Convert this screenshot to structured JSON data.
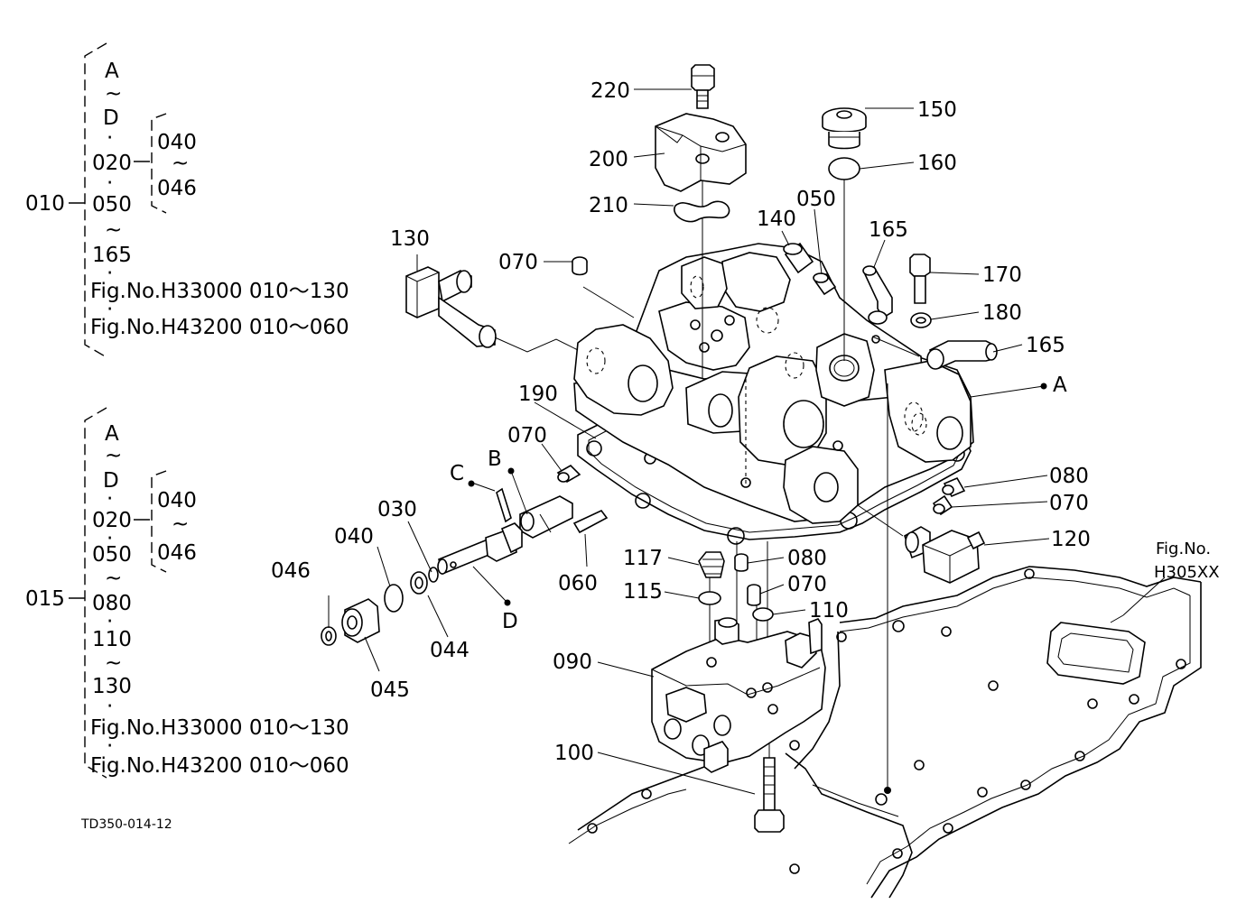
{
  "drawing_code": "TD350-014-12",
  "callouts": {
    "p220": "220",
    "p200": "200",
    "p210": "210",
    "p150": "150",
    "p160": "160",
    "p140": "140",
    "p050": "050",
    "p165a": "165",
    "p170": "170",
    "p180": "180",
    "p165b": "165",
    "pA": "A",
    "p130": "130",
    "p070a": "070",
    "p190": "190",
    "p070b": "070",
    "pB": "B",
    "pC": "C",
    "p030": "030",
    "p040": "040",
    "p046": "046",
    "p044": "044",
    "p045": "045",
    "pD": "D",
    "p060": "060",
    "p117": "117",
    "p115": "115",
    "p080a": "080",
    "p070c": "070",
    "p110": "110",
    "p080b": "080",
    "p070d": "070",
    "p120": "120",
    "p090": "090",
    "p100": "100",
    "ref_fig_a": "Fig.No.",
    "ref_fig_b": "H305XX"
  },
  "legend_010": {
    "group": "010",
    "r1": "A",
    "r2": "~",
    "r3": "D",
    "r4": "·",
    "r5": "020",
    "r6": "·",
    "r7": "050",
    "r8": "~",
    "r9": "165",
    "r10": "·",
    "ref1": "Fig.No.H33000  010～130",
    "r11": "·",
    "ref2": "Fig.No.H43200  010～060",
    "sub1": "040",
    "sub2": "~",
    "sub3": "046"
  },
  "legend_015": {
    "group": "015",
    "r1": "A",
    "r2": "~",
    "r3": "D",
    "r4": "·",
    "r5": "020",
    "r6": "·",
    "r7": "050",
    "r8": "~",
    "r9": "080",
    "r10": "·",
    "r11": "110",
    "r12": "~",
    "r13": "130",
    "r14": "·",
    "ref1": "Fig.No.H33000  010～130",
    "r15": "·",
    "ref2": "Fig.No.H43200  010～060",
    "sub1": "040",
    "sub2": "~",
    "sub3": "046"
  }
}
